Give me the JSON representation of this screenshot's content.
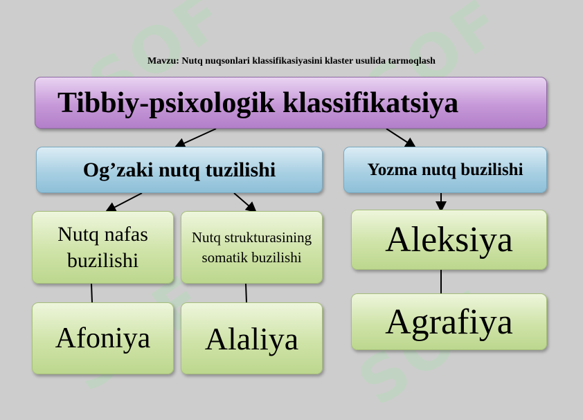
{
  "subject": "Mavzu: Nutq nuqsonlari klassifikasiyasini klaster usulida tarmoqlash",
  "root": "Tibbiy-psixologik klassifikatsiya",
  "oral": "Og’zaki nutq tuzilishi",
  "written": "Yozma nutq buzilishi",
  "breath": "Nutq nafas buzilishi",
  "somatic": "Nutq strukturasining somatik buzilishi",
  "aphonia": "Afoniya",
  "alalia": "Alaliya",
  "alexia": "Aleksiya",
  "agraphia": "Agrafiya",
  "watermark": "SOF"
}
